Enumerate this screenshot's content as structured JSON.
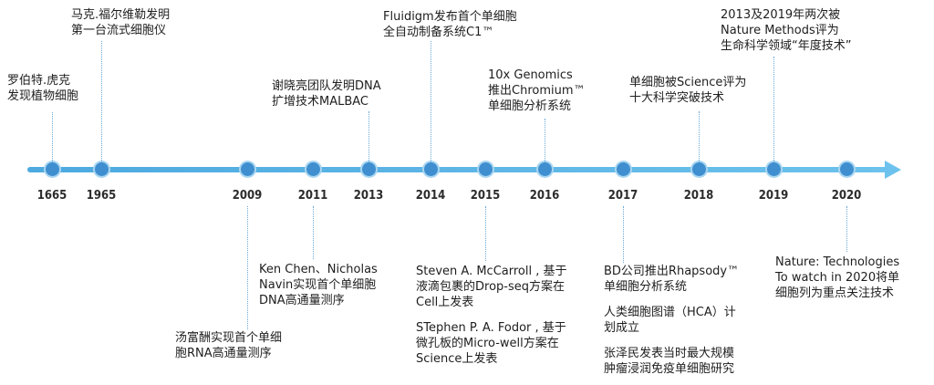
{
  "timeline": {
    "events": [
      {
        "year": "1665",
        "text": [
          "罗伯特.虎克",
          "发现植物细胞"
        ]
      },
      {
        "year": "1965",
        "text": [
          "马克.福尔维勒发明",
          "第一台流式细胞仪"
        ]
      },
      {
        "year": "2009",
        "text": [
          "汤富酬实现首个单细",
          "胞RNA高通量测序"
        ]
      },
      {
        "year": "2011",
        "text": [
          "Ken Chen、Nicholas",
          "Navin实现首个单细胞",
          "DNA高通量测序"
        ]
      },
      {
        "year": "2013",
        "text": [
          "谢晓亮团队发明DNA",
          "扩增技术MALBAC"
        ]
      },
      {
        "year": "2014",
        "text": [
          "Fluidigm发布首个单细胞",
          "全自动制备系统C1™"
        ]
      },
      {
        "year": "2015",
        "text": [
          "Steven A. McCarroll , 基于",
          "液滴包裹的Drop-seq方案在",
          "Cell上发表"
        ],
        "text2": [
          "STephen P. A. Fodor , 基于",
          "微孔板的Micro-well方案在",
          "Science上发表"
        ]
      },
      {
        "year": "2016",
        "text": [
          "10x Genomics",
          "推出Chromium™",
          "单细胞分析系统"
        ]
      },
      {
        "year": "2017",
        "text": [
          "BD公司推出Rhapsody™",
          "单细胞分析系统"
        ],
        "text2": [
          "人类细胞图谱（HCA）计",
          "划成立"
        ],
        "text3": [
          "张泽民发表当时最大规模",
          "肿瘤浸润免疫单细胞研究"
        ]
      },
      {
        "year": "2018",
        "text": [
          "单细胞被Science评为",
          "十大科学突破技术"
        ]
      },
      {
        "year": "2019",
        "text": [
          "2013及2019年两次被",
          "Nature Methods评为",
          "生命科学领域“年度技术”"
        ]
      },
      {
        "year": "2020",
        "text": [
          "Nature: Technologies",
          "To watch in 2020将单",
          "细胞列为重点关注技术"
        ]
      }
    ]
  },
  "colors": {
    "axis": "#5bb6e6",
    "node": "#3f8fd0",
    "leader": "#6aa9d8"
  }
}
